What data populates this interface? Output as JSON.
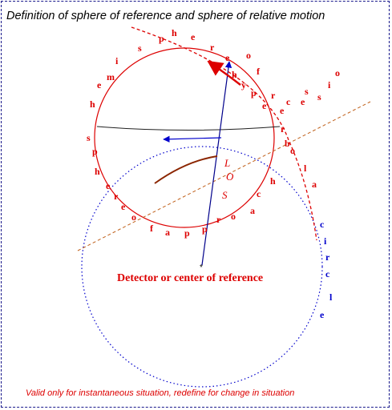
{
  "diagram": {
    "title": "Definition of sphere of reference and sphere of relative motion",
    "footer": "Valid only for instantaneous situation, redefine for change in situation",
    "detector_label": "Detector or center of reference",
    "detector_marker": "*",
    "los_text": "LOS",
    "hemisphere_text": "hemisphere of recession",
    "hyperbola_text": "hyperbola",
    "sphere_of_approach_text": "sphere of approach",
    "circle_text": "circle",
    "colors": {
      "red": "#dd0000",
      "blue": "#0000cc",
      "dark_blue": "#00008b",
      "brown": "#8b2500",
      "dark": "#202020",
      "orange_brown": "#c0601a"
    }
  }
}
